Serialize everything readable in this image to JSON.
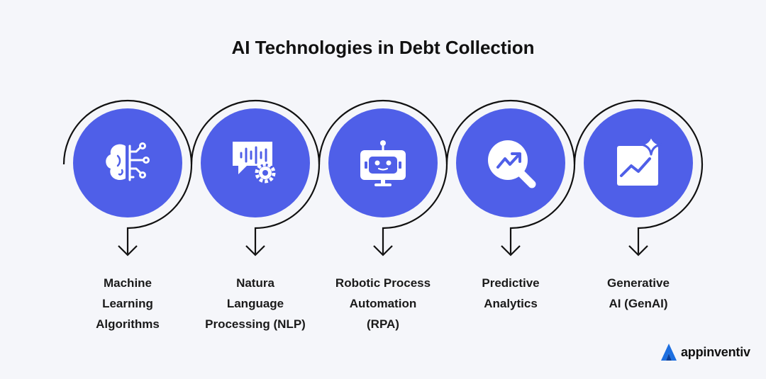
{
  "title": "AI Technologies in Debt Collection",
  "accent_color": "#4f5fe8",
  "steps": [
    {
      "icon": "brain-circuit-icon",
      "label_lines": [
        "Machine",
        "Learning",
        "Algorithms"
      ]
    },
    {
      "icon": "speech-gear-icon",
      "label_lines": [
        "Natura",
        "Language",
        "Processing (NLP)"
      ]
    },
    {
      "icon": "robot-monitor-icon",
      "label_lines": [
        "Robotic Process",
        "Automation",
        "(RPA)"
      ]
    },
    {
      "icon": "magnifier-trend-icon",
      "label_lines": [
        "Predictive",
        "Analytics"
      ]
    },
    {
      "icon": "chart-sparkle-icon",
      "label_lines": [
        "Generative",
        "AI (GenAI)"
      ]
    }
  ],
  "brand": {
    "name": "appinventiv",
    "color": "#1d6fe0"
  }
}
